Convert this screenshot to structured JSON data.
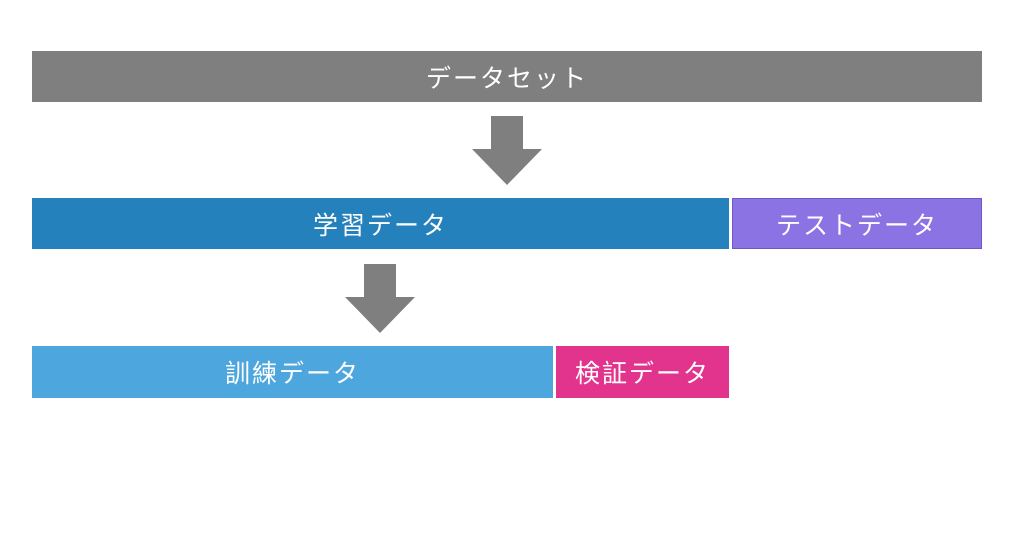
{
  "diagram": {
    "dataset_label": "データセット",
    "train_data_label": "学習データ",
    "test_data_label": "テストデータ",
    "training_data_label": "訓練データ",
    "validation_data_label": "検証データ",
    "colors": {
      "dataset": "#7f7f7f",
      "train_data": "#2581bb",
      "test_data": "#8b73e4",
      "training_data": "#4ea6de",
      "validation_data": "#e2338d",
      "arrow": "#7f7f7f"
    },
    "arrows": [
      "down-arrow-icon",
      "down-arrow-icon"
    ]
  }
}
